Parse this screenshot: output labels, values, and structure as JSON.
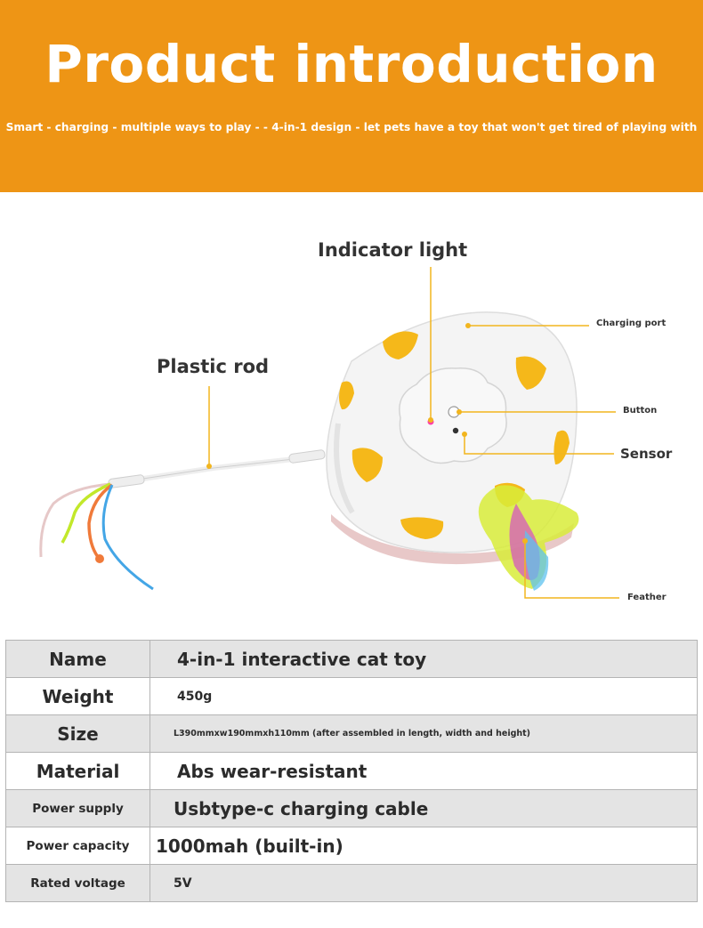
{
  "banner": {
    "title": "Product introduction",
    "subtitle": "Smart - charging - multiple ways to play - - 4-in-1 design - let pets have a toy that won't get tired of playing with"
  },
  "colors": {
    "banner": "#ee9515",
    "leader_line": "#f2b51e",
    "table_shade": "#e4e4e4",
    "toy_body": "#f4f4f4",
    "toy_hole": "#f5b81a"
  },
  "labels": {
    "indicator_light": "Indicator light",
    "plastic_rod": "Plastic rod",
    "charging_port": "Charging port",
    "button": "Button",
    "sensor": "Sensor",
    "feather": "Feather"
  },
  "specs": [
    {
      "key": "Name",
      "value": "4-in-1 interactive cat toy"
    },
    {
      "key": "Weight",
      "value": "450g"
    },
    {
      "key": "Size",
      "value": "L390mmxw190mmxh110mm (after assembled in length, width and height)"
    },
    {
      "key": "Material",
      "value": "Abs wear-resistant"
    },
    {
      "key": "Power supply",
      "value": "Usbtype-c charging cable"
    },
    {
      "key": "Power capacity",
      "value": "1000mah (built-in)"
    },
    {
      "key": "Rated voltage",
      "value": "5V"
    }
  ]
}
